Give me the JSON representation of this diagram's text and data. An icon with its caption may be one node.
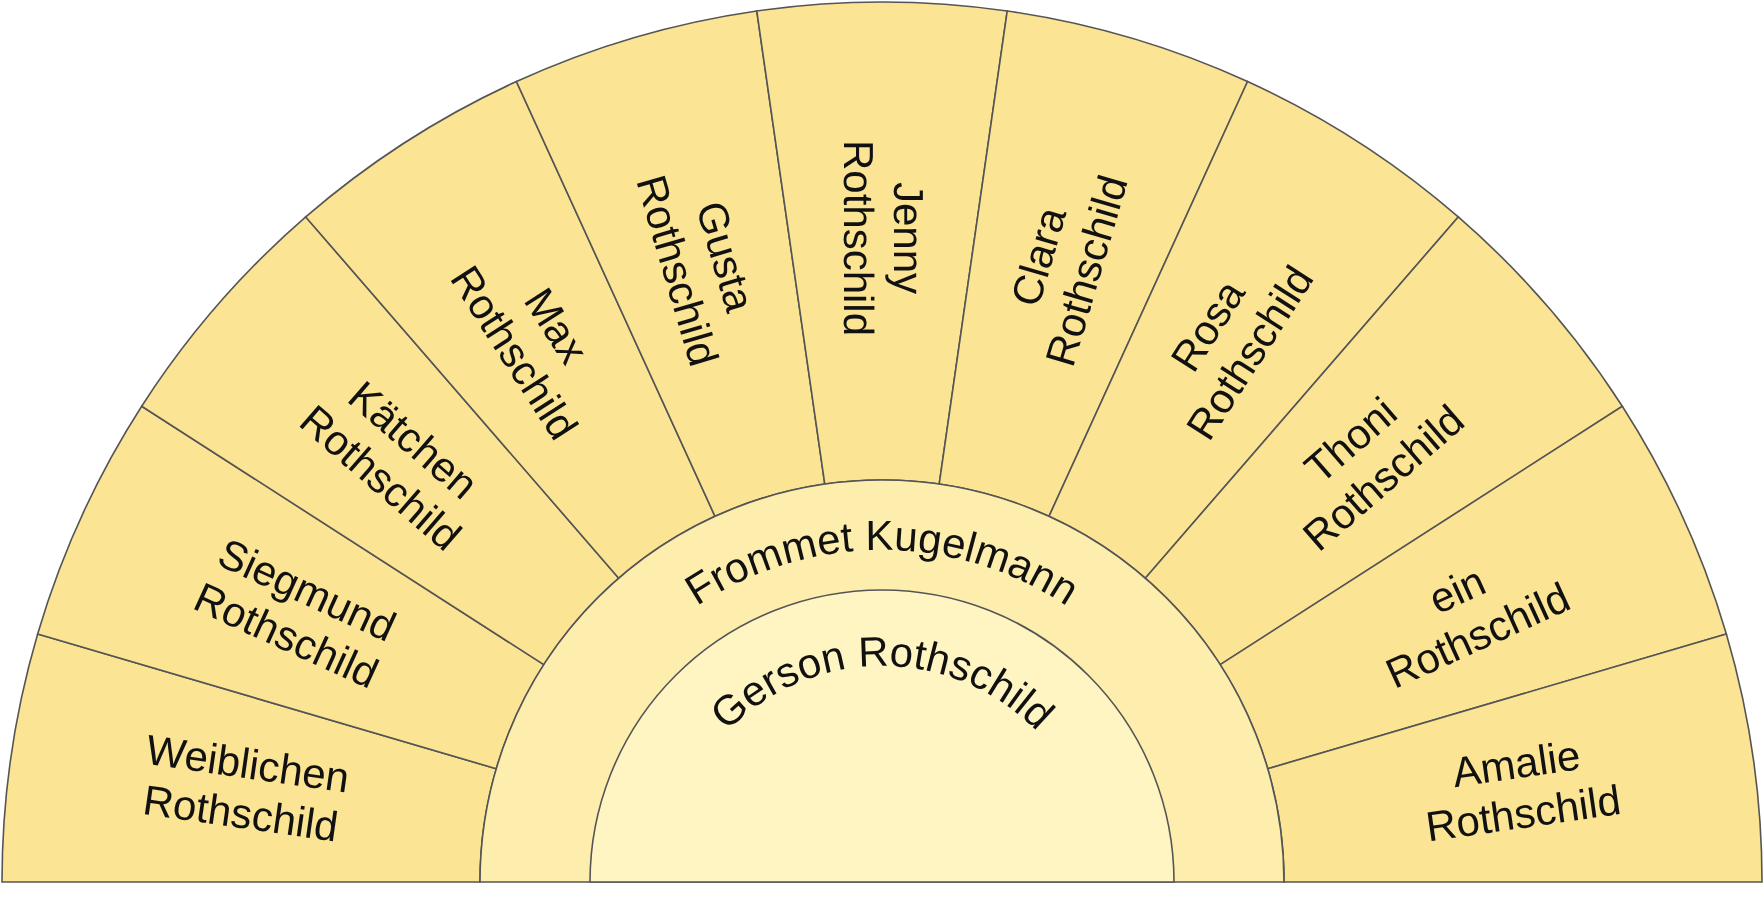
{
  "diagram": {
    "nodes": [
      {
        "text": [
          "Weiblichen Rothschild"
        ]
      },
      {
        "text": [
          "Siegmund Rothschild"
        ]
      },
      {
        "text": [
          "Kätchen Rothschild"
        ]
      },
      {
        "text": [
          "Max Rothschild"
        ]
      },
      {
        "text": [
          "Gusta Rothschild"
        ]
      },
      {
        "text": [
          "Jenny Rothschild"
        ]
      },
      {
        "text": [
          "Clara Rothschild"
        ]
      },
      {
        "text": [
          "Rosa Rothschild"
        ]
      },
      {
        "text": [
          "Thoni Rothschild"
        ]
      },
      {
        "text": [
          "ein Rothschild"
        ]
      },
      {
        "text": [
          "Amalie Rothschild"
        ]
      },
      {
        "text": [
          "Frommet Kugelmann"
        ]
      },
      {
        "text": [
          "Gerson Rothschild"
        ],
        "in": 11
      }
    ]
  }
}
